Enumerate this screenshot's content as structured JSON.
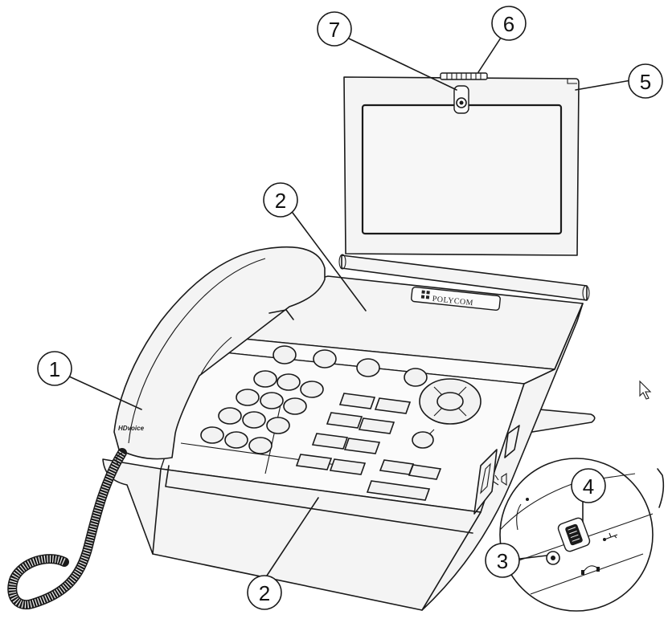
{
  "figure": {
    "brand_logo_text": "POLYCOM",
    "handset_badge_text": "HDvoice"
  },
  "callouts": [
    {
      "id": "callout-1",
      "number": "1"
    },
    {
      "id": "callout-2-top",
      "number": "2"
    },
    {
      "id": "callout-2-bottom",
      "number": "2"
    },
    {
      "id": "callout-3",
      "number": "3"
    },
    {
      "id": "callout-4",
      "number": "4"
    },
    {
      "id": "callout-5",
      "number": "5"
    },
    {
      "id": "callout-6",
      "number": "6"
    },
    {
      "id": "callout-7",
      "number": "7"
    }
  ],
  "icons": [
    "usb-icon",
    "headset-icon",
    "mute-icon",
    "mouse-cursor-icon",
    "camera-icon"
  ]
}
